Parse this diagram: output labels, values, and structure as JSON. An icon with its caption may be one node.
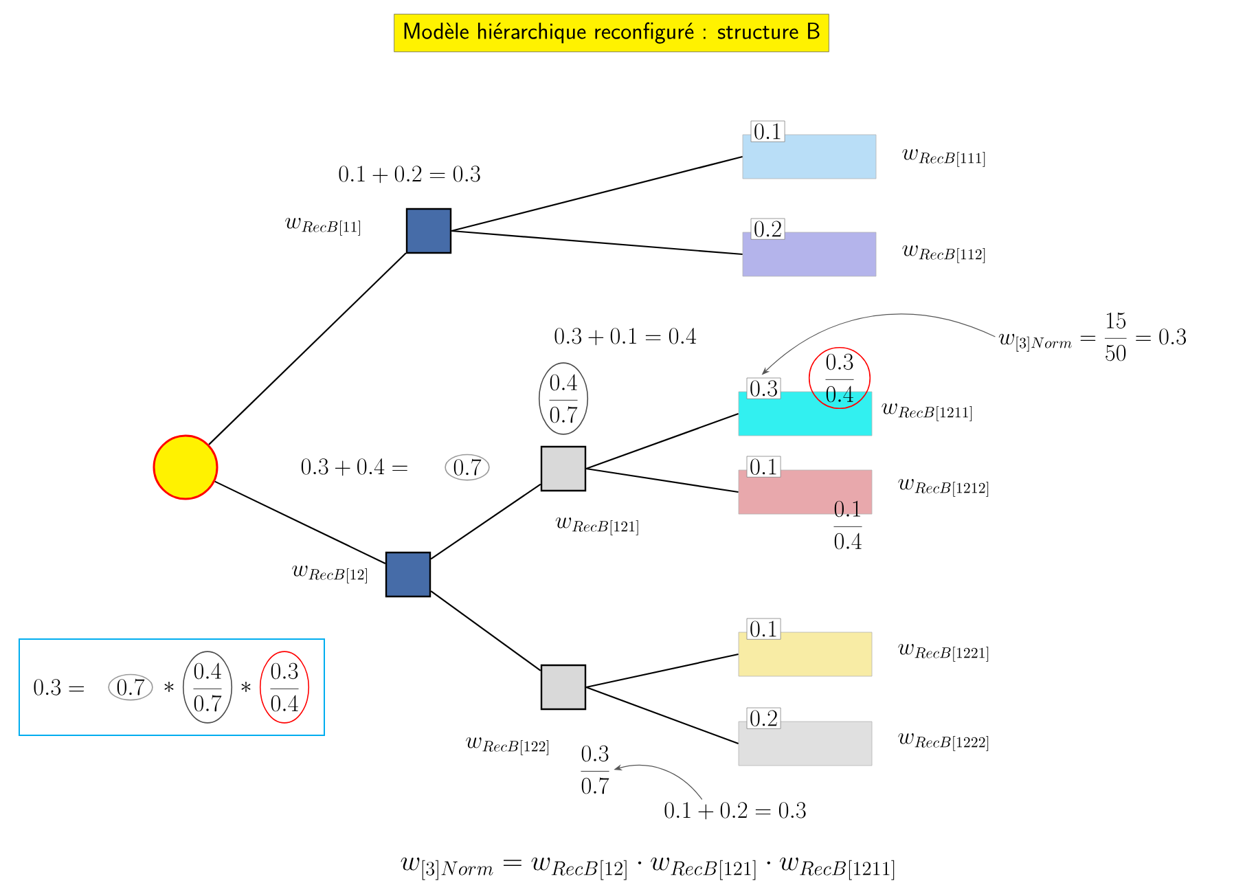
{
  "diagram": {
    "title": "Modèle hiérarchique reconfiguré : structure B",
    "nodes": [
      {
        "text": [],
        "shape": "circle"
      },
      {
        "text": [],
        "shape": "box",
        "beside": [
          "w_{RecB[11]}"
        ]
      },
      {
        "text": [],
        "shape": "box",
        "beside": [
          "w_{RecB[12]}"
        ]
      },
      {
        "text": [],
        "shape": "box",
        "beside": [
          "w_{RecB[121]}"
        ]
      },
      {
        "text": [],
        "shape": "box",
        "beside": [
          "w_{RecB[122]}"
        ]
      },
      {
        "text": [
          "0.1"
        ],
        "beside": [
          "w_{RecB[111]}"
        ]
      },
      {
        "text": [
          "0.2"
        ],
        "beside": [
          "w_{RecB[112]}"
        ]
      },
      {
        "text": [
          "0.3"
        ],
        "beside": [
          "w_{RecB[1211]}"
        ]
      },
      {
        "text": [
          "0.1"
        ],
        "beside": [
          "w_{RecB[1212]}"
        ]
      },
      {
        "text": [
          "0.1"
        ],
        "beside": [
          "w_{RecB[1221]}"
        ]
      },
      {
        "text": [
          "0.2"
        ],
        "beside": [
          "w_{RecB[1222]}"
        ]
      },
      {
        "text": [
          "\\frac{0.4}{0.7}"
        ]
      },
      {
        "text": [
          "\\frac{0.3}{0.4}"
        ]
      },
      {
        "text": [
          "0.7"
        ]
      },
      {
        "text": [
          "w_{[3]Norm} = \\frac{15}{50} = 0.3"
        ]
      },
      {
        "text": [
          "\\frac{0.3}{0.7}"
        ]
      },
      {
        "text": [
          "0.1 + 0.2 = 0.3"
        ]
      },
      {
        "text": [
          "0.3 =",
          "*",
          "*"
        ]
      },
      {
        "text": [
          "0.7"
        ],
        "in": 17
      },
      {
        "text": [
          "\\frac{0.4}{0.7}"
        ],
        "in": 17
      },
      {
        "text": [
          "\\frac{0.3}{0.4}"
        ],
        "in": 17
      }
    ],
    "edges": [
      {
        "from": 0,
        "to": 1,
        "arrow": "none"
      },
      {
        "from": 0,
        "to": 2,
        "arrow": "none"
      },
      {
        "from": 1,
        "to": 5,
        "arrow": "none"
      },
      {
        "from": 1,
        "to": 6,
        "arrow": "none"
      },
      {
        "from": 2,
        "to": 3,
        "arrow": "none"
      },
      {
        "from": 2,
        "to": 4,
        "arrow": "none"
      },
      {
        "from": 3,
        "to": 7,
        "arrow": "none"
      },
      {
        "from": 3,
        "to": 8,
        "arrow": "none"
      },
      {
        "from": 4,
        "to": 9,
        "arrow": "none"
      },
      {
        "from": 4,
        "to": 10,
        "arrow": "none"
      },
      {
        "from": 14,
        "to": 7,
        "arrow": "to",
        "color": "#555555"
      },
      {
        "from": 16,
        "to": 15,
        "arrow": "to",
        "color": "#555555"
      }
    ],
    "labels": [
      "0.1 + 0.2 = 0.3",
      "0.3 + 0.1 = 0.4",
      "0.3 + 0.4 =",
      "\\frac{0.1}{0.4}",
      "w_{[3]Norm} = w_{RecB[12]} \\cdot w_{RecB[121]} \\cdot w_{RecB[1211]}"
    ]
  }
}
